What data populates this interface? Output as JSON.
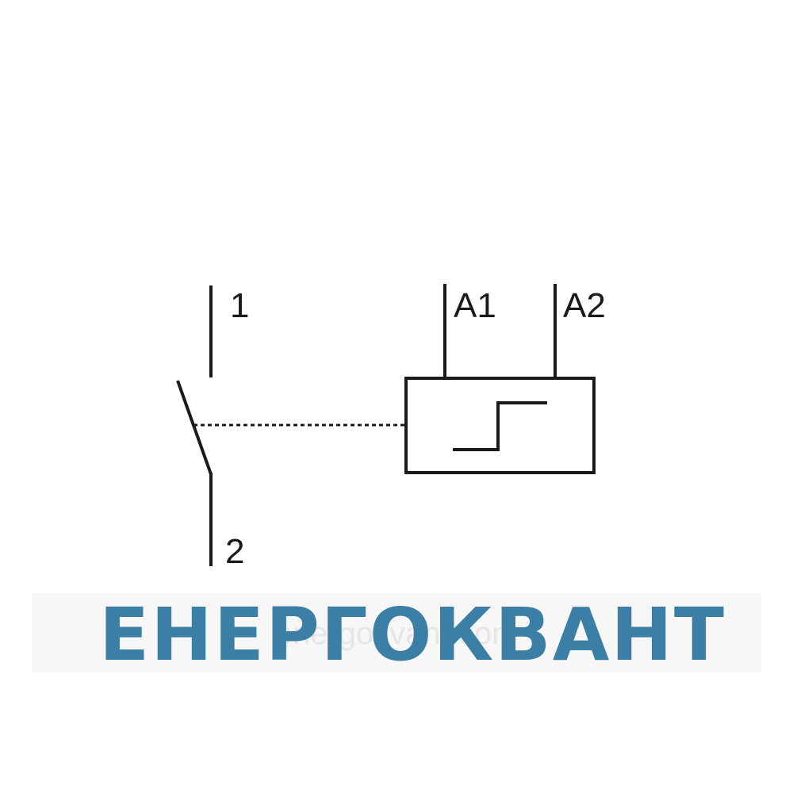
{
  "diagram": {
    "terminals": {
      "contact_top": "1",
      "contact_bottom": "2",
      "coil_a1": "A1",
      "coil_a2": "A2"
    },
    "symbols": {
      "contact": "normally-open-contact",
      "coil": "relay-coil-step-symbol",
      "linkage": "dashed-mechanical-link"
    }
  },
  "logo": {
    "text": "ЕНЕРГОКВАНТ",
    "watermark": "energokvant.com"
  },
  "colors": {
    "line": "#1a1a1a",
    "logo": "#3b7ea6",
    "watermark": "#e6e6e6",
    "logo_band": "#f7f7f7"
  }
}
